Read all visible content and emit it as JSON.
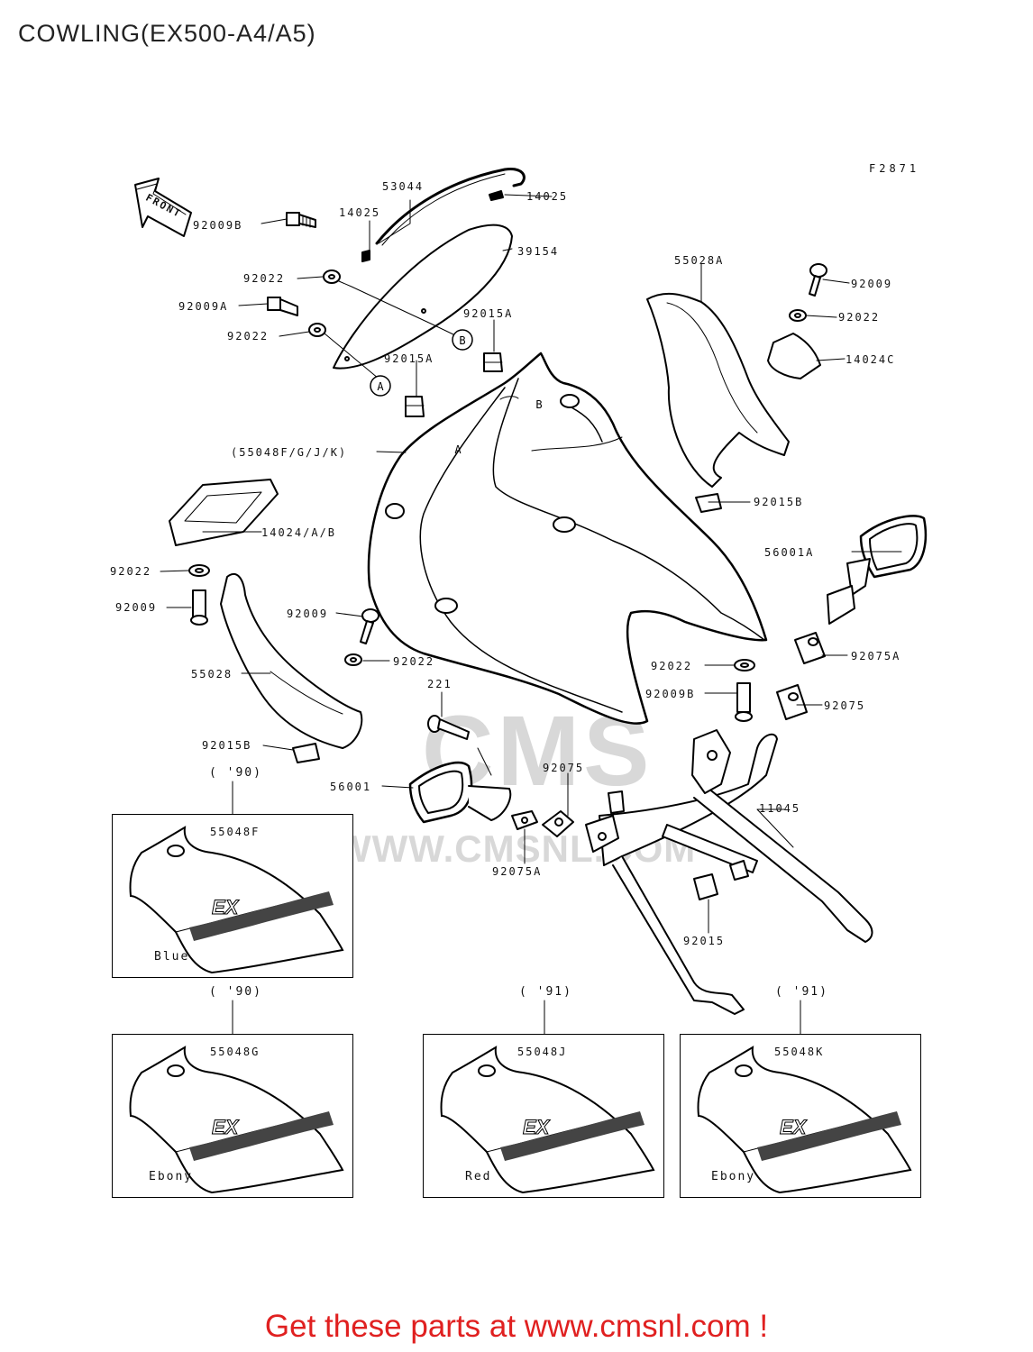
{
  "page": {
    "title": "COWLING(EX500-A4/A5)",
    "figure_code": "F2871",
    "front_label": "FRONT",
    "cta": "Get these parts at www.cmsnl.com !"
  },
  "watermark": {
    "brand": "CMS",
    "url": "WWW.CMSNL.COM"
  },
  "callouts": [
    {
      "id": "c-53044",
      "text": "53044"
    },
    {
      "id": "c-14025a",
      "text": "14025"
    },
    {
      "id": "c-14025b",
      "text": "14025"
    },
    {
      "id": "c-92009b-top",
      "text": "92009B"
    },
    {
      "id": "c-39154",
      "text": "39154"
    },
    {
      "id": "c-92022-a",
      "text": "92022"
    },
    {
      "id": "c-92009a",
      "text": "92009A"
    },
    {
      "id": "c-92015a-1",
      "text": "92015A"
    },
    {
      "id": "c-92022-b",
      "text": "92022"
    },
    {
      "id": "c-92015a-2",
      "text": "92015A"
    },
    {
      "id": "c-55048",
      "text": "(55048F/G/J/K)"
    },
    {
      "id": "c-55028a",
      "text": "55028A"
    },
    {
      "id": "c-92009-r",
      "text": "92009"
    },
    {
      "id": "c-92022-r",
      "text": "92022"
    },
    {
      "id": "c-14024c",
      "text": "14024C"
    },
    {
      "id": "c-92015b-r",
      "text": "92015B"
    },
    {
      "id": "c-14024",
      "text": "14024/A/B"
    },
    {
      "id": "c-56001a",
      "text": "56001A"
    },
    {
      "id": "c-92022-l",
      "text": "92022"
    },
    {
      "id": "c-92009-l",
      "text": "92009"
    },
    {
      "id": "c-92009-m",
      "text": "92009"
    },
    {
      "id": "c-92022-m",
      "text": "92022"
    },
    {
      "id": "c-55028",
      "text": "55028"
    },
    {
      "id": "c-92075a-r",
      "text": "92075A"
    },
    {
      "id": "c-92022-rb",
      "text": "92022"
    },
    {
      "id": "c-92009b-rb",
      "text": "92009B"
    },
    {
      "id": "c-92075-r",
      "text": "92075"
    },
    {
      "id": "c-221",
      "text": "221"
    },
    {
      "id": "c-92015b-l",
      "text": "92015B"
    },
    {
      "id": "c-92075-m",
      "text": "92075"
    },
    {
      "id": "c-56001",
      "text": "56001"
    },
    {
      "id": "c-11045",
      "text": "11045"
    },
    {
      "id": "c-92075a-m",
      "text": "92075A"
    },
    {
      "id": "c-92015",
      "text": "92015"
    }
  ],
  "variants": [
    {
      "year": "( '90)",
      "code": "55048F",
      "color": "Blue"
    },
    {
      "year": "( '90)",
      "code": "55048G",
      "color": "Ebony"
    },
    {
      "year": "( '91)",
      "code": "55048J",
      "color": "Red"
    },
    {
      "year": "( '91)",
      "code": "55048K",
      "color": "Ebony"
    }
  ],
  "circle_markers": {
    "a": "A",
    "b": "B"
  }
}
